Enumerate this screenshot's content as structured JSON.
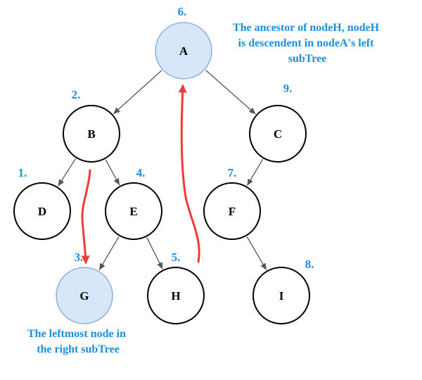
{
  "colors": {
    "node_fill": "#ffffff",
    "highlight_fill": "#d7e6f8",
    "highlight_stroke": "#7ea6d8",
    "edge": "#555555",
    "arrow": "#f03a3a",
    "label_blue": "#1a8fe0"
  },
  "nodes": [
    {
      "id": "A",
      "label": "A",
      "order": "6.",
      "highlight": true
    },
    {
      "id": "B",
      "label": "B",
      "order": "2.",
      "highlight": false
    },
    {
      "id": "C",
      "label": "C",
      "order": "9.",
      "highlight": false
    },
    {
      "id": "D",
      "label": "D",
      "order": "1.",
      "highlight": false
    },
    {
      "id": "E",
      "label": "E",
      "order": "4.",
      "highlight": false
    },
    {
      "id": "F",
      "label": "F",
      "order": "7.",
      "highlight": false
    },
    {
      "id": "G",
      "label": "G",
      "order": "3.",
      "highlight": true
    },
    {
      "id": "H",
      "label": "H",
      "order": "5.",
      "highlight": false
    },
    {
      "id": "I",
      "label": "I",
      "order": "8.",
      "highlight": false
    }
  ],
  "edges": [
    [
      "A",
      "B"
    ],
    [
      "A",
      "C"
    ],
    [
      "B",
      "D"
    ],
    [
      "B",
      "E"
    ],
    [
      "E",
      "G"
    ],
    [
      "E",
      "H"
    ],
    [
      "C",
      "F"
    ],
    [
      "F",
      "I"
    ]
  ],
  "annotations": {
    "ancestor_note": [
      "The ancestor of nodeH, nodeH",
      "is descendent in nodeA's left",
      "subTree"
    ],
    "leftmost_note": [
      "The leftmost node in",
      "the right subTree"
    ]
  }
}
